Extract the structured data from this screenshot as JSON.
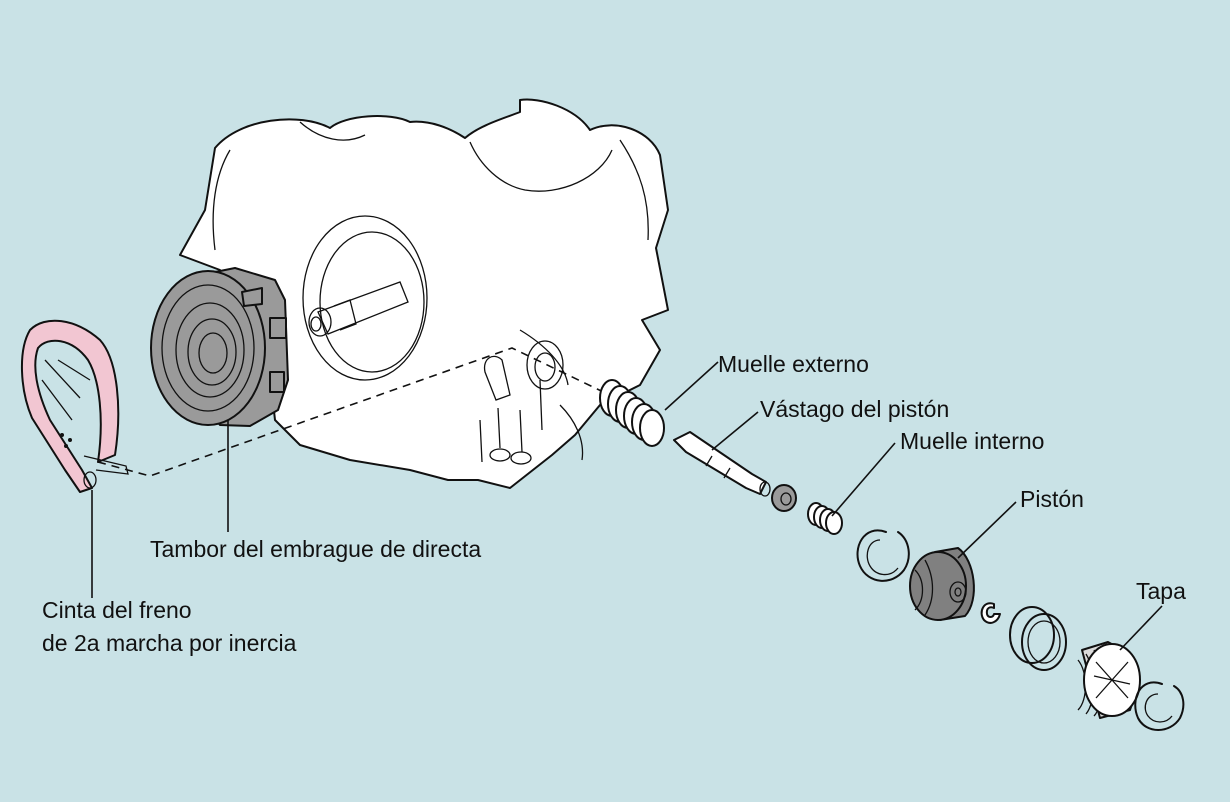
{
  "colors": {
    "background": "#c9e2e6",
    "case_fill": "#ffffff",
    "drum_fill": "#9a9a9a",
    "band_fill": "#f2c6d2",
    "piston_fill": "#808080",
    "ink": "#111111"
  },
  "labels": {
    "outer_spring": "Muelle externo",
    "piston_rod": "Vástago del pistón",
    "inner_spring": "Muelle interno",
    "piston": "Pistón",
    "cover": "Tapa",
    "drum": "Tambor del embrague de directa",
    "band_line1": "Cinta del freno",
    "band_line2": "de 2a marcha por inercia"
  }
}
